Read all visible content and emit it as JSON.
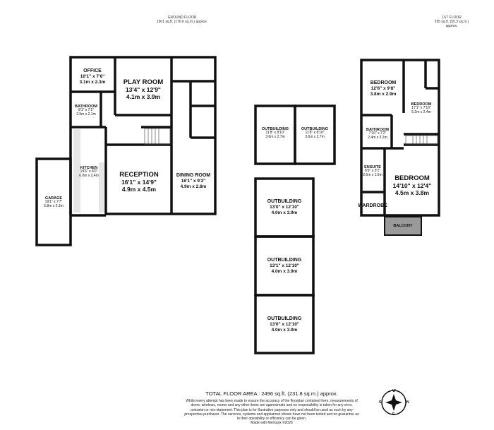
{
  "ground_floor": {
    "title": "GROUND FLOOR",
    "area": "1901 sq.ft. (176.6 sq.m.) approx.",
    "rooms": [
      {
        "name": "OFFICE",
        "imperial": "10'1\" x 7'6\"",
        "metric": "3.1m x 2.3m"
      },
      {
        "name": "PLAY ROOM",
        "imperial": "13'4\" x 12'9\"",
        "metric": "4.1m x 3.9m"
      },
      {
        "name": "BATHROOM",
        "imperial": "8'1\" x 7'1\"",
        "metric": "2.5m x 2.1m"
      },
      {
        "name": "KITCHEN",
        "imperial": "19'6\" x 8'0\"",
        "metric": "6.0m x 2.4m"
      },
      {
        "name": "RECEPTION",
        "imperial": "16'1\" x 14'9\"",
        "metric": "4.9m x 4.5m"
      },
      {
        "name": "DINING ROOM",
        "imperial": "16'1\" x 9'2\"",
        "metric": "4.9m x 2.8m"
      },
      {
        "name": "GARAGE",
        "imperial": "19'1\" x 7'7\"",
        "metric": "5.8m x 2.3m"
      }
    ]
  },
  "outbuildings": [
    {
      "name": "OUTBUILDING",
      "imperial": "11'8\" x 8'10\"",
      "metric": "3.6m x 2.7m"
    },
    {
      "name": "OUTBUILDING",
      "imperial": "11'8\" x 8'10\"",
      "metric": "3.6m x 2.7m"
    },
    {
      "name": "OUTBUILDING",
      "imperial": "13'0\" x 12'10\"",
      "metric": "4.0m x 3.9m"
    },
    {
      "name": "OUTBUILDING",
      "imperial": "13'1\" x 12'10\"",
      "metric": "4.0m x 3.9m"
    },
    {
      "name": "OUTBUILDING",
      "imperial": "13'0\" x 12'10\"",
      "metric": "4.0m x 3.9m"
    }
  ],
  "first_floor": {
    "title": "1ST FLOOR",
    "area": "595 sq.ft. (55.3 sq.m.) approx.",
    "rooms": [
      {
        "name": "BEDROOM",
        "imperial": "12'6\" x 9'8\"",
        "metric": "3.8m x 2.9m"
      },
      {
        "name": "BEDROOM",
        "imperial": "17'1\" x 7'10\"",
        "metric": "5.2m x 2.4m"
      },
      {
        "name": "BATHROOM",
        "imperial": "7'10\" x 7'2\"",
        "metric": "2.4m x 2.2m"
      },
      {
        "name": "ENSUITE",
        "imperial": "8'9\" x 5'2\"",
        "metric": "2.6m x 1.6m"
      },
      {
        "name": "BEDROOM",
        "imperial": "14'10\" x 12'4\"",
        "metric": "4.5m x 3.8m"
      },
      {
        "name": "WARDROBE"
      },
      {
        "name": "BALCONY"
      }
    ]
  },
  "footer": {
    "total": "TOTAL FLOOR AREA : 2496 sq.ft. (231.8 sq.m.) approx.",
    "disclaimer": "Whilst every attempt has been made to ensure the accuracy of the floorplan contained here, measurements of doors, windows, rooms and any other items are approximate and no responsibility is taken for any error, omission or mis-statement. This plan is for illustrative purposes only and should be used as such by any prospective purchaser. The services, systems and appliances shown have not been tested and no guarantee as to their operability or efficiency can be given.",
    "credit": "Made with Metropix ©2026"
  },
  "compass": {
    "icon": "compass-icon",
    "letters": [
      "N",
      "E",
      "S",
      "W"
    ]
  },
  "colors": {
    "wall": "#111111",
    "balcony": "#9a9a9a",
    "worktop": "#e6e6e6"
  }
}
